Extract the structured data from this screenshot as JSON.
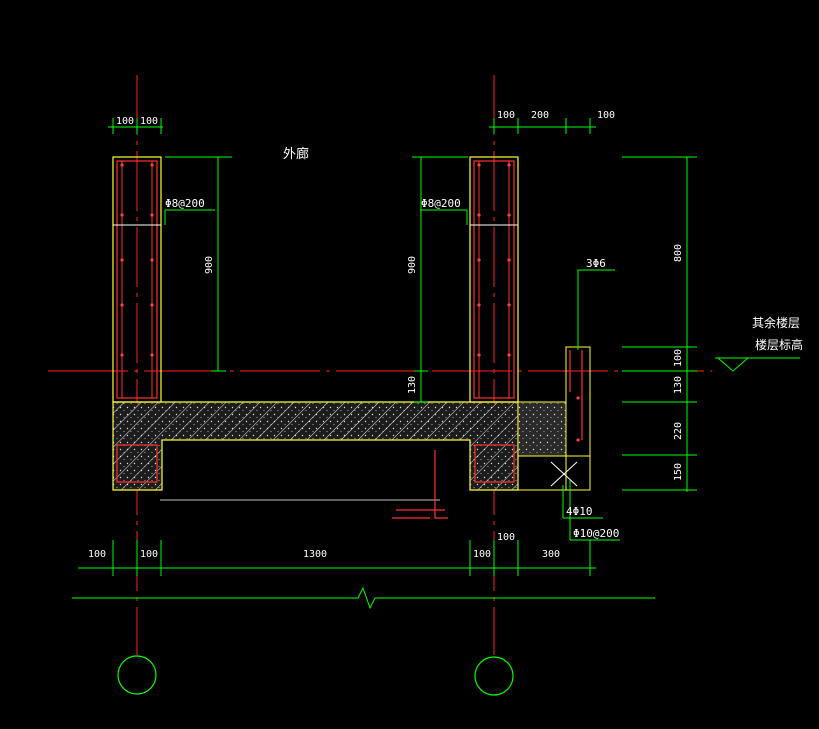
{
  "labels": {
    "corridor": "外廊",
    "stirrup_left": "Φ8@200",
    "stirrup_right": "Φ8@200",
    "bar_3": "3Φ6",
    "bar_4": "4Φ10",
    "stirrup_beam": "Φ10@200",
    "floor_text_1": "其余楼层",
    "floor_text_2": "楼层标高"
  },
  "dims": {
    "top_left_a": "100",
    "top_left_b": "100",
    "top_right_a": "100",
    "top_right_b": "200",
    "top_right_c": "100",
    "v_left": "900",
    "v_mid": "900",
    "v_130_mid": "130",
    "rv_800": "800",
    "rv_100": "100",
    "rv_130": "130",
    "rv_220": "220",
    "rv_150": "150",
    "b_100a": "100",
    "b_100b": "100",
    "b_1300": "1300",
    "b_100c": "100",
    "b_100d": "100",
    "b_300": "300"
  },
  "colors": {
    "background": "#000000",
    "dimension": "#00ff00",
    "axis": "#ff2020",
    "outline": "#ffff33",
    "rebar": "#ff3030",
    "text": "#ffffff",
    "concrete": "#bdbdbd"
  }
}
